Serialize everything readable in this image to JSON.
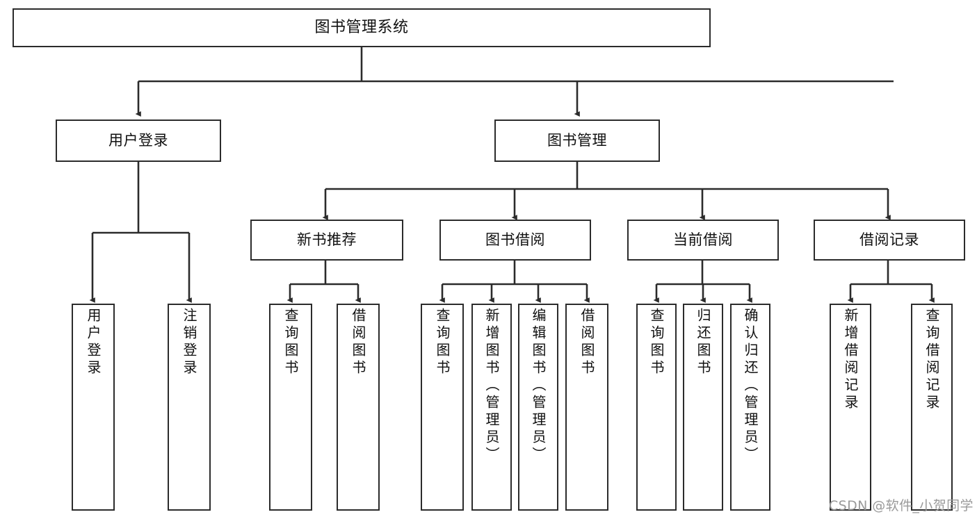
{
  "diagram": {
    "type": "tree",
    "title": "图书管理系统",
    "root": {
      "label": "图书管理系统"
    },
    "level2": [
      {
        "label": "用户登录"
      },
      {
        "label": "图书管理"
      }
    ],
    "level3": [
      {
        "label": "新书推荐"
      },
      {
        "label": "图书借阅"
      },
      {
        "label": "当前借阅"
      },
      {
        "label": "借阅记录"
      }
    ],
    "leaves": {
      "user_login": [
        {
          "label": "用户登录"
        },
        {
          "label": "注销登录"
        }
      ],
      "new_book_recommend": [
        {
          "label": "查询图书"
        },
        {
          "label": "借阅图书"
        }
      ],
      "book_borrow": [
        {
          "label": "查询图书"
        },
        {
          "label": "新增图书（管理员）"
        },
        {
          "label": "编辑图书（管理员）"
        },
        {
          "label": "借阅图书"
        }
      ],
      "current_borrow": [
        {
          "label": "查询图书"
        },
        {
          "label": "归还图书"
        },
        {
          "label": "确认归还（管理员）"
        }
      ],
      "borrow_record": [
        {
          "label": "新增借阅记录"
        },
        {
          "label": "查询借阅记录"
        }
      ]
    }
  },
  "watermark": {
    "text": "CSDN @软件_小贺同学"
  },
  "colors": {
    "border": "#2b2b2b",
    "background": "#ffffff",
    "text": "#101010",
    "watermark": "#9a9a9a"
  }
}
